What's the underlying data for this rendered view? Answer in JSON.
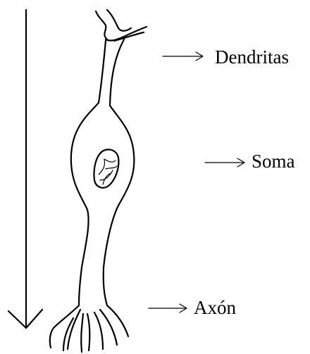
{
  "labels": {
    "dendritas": "Dendritas",
    "soma": "Soma",
    "axon": "Axón"
  },
  "colors": {
    "ink": "#000000",
    "background": "#ffffff"
  }
}
